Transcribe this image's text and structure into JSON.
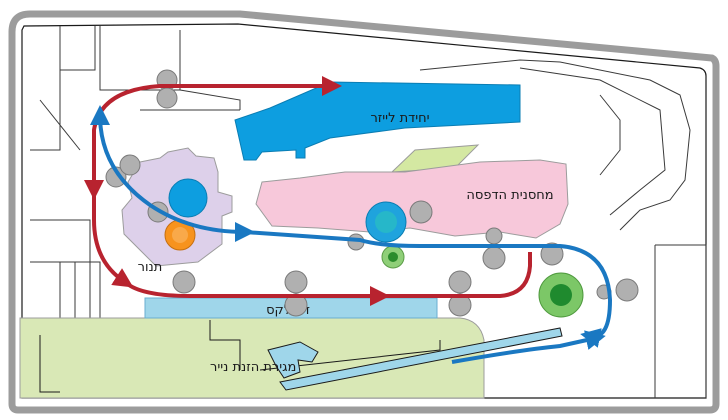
{
  "labels": {
    "laser_unit": "יחידת לייזר",
    "print_cartridge": "מחסנית הדפסה",
    "fuser": "תנור",
    "duplex": "דופלקס",
    "paper_tray": "מגירת הזנת נייר"
  },
  "colors": {
    "laser_unit": "#0d9ee0",
    "print_cartridge": "#f7c8da",
    "fuser": "#ddd0ea",
    "duplex": "#9fd6ea",
    "paper_tray": "#d9e8b6",
    "duplex_path": "#b8232f",
    "feed_path": "#1a78c2",
    "outline": "#9c9c9c",
    "roller": "#b0b0b0",
    "green_roller": "#5fb84e"
  }
}
